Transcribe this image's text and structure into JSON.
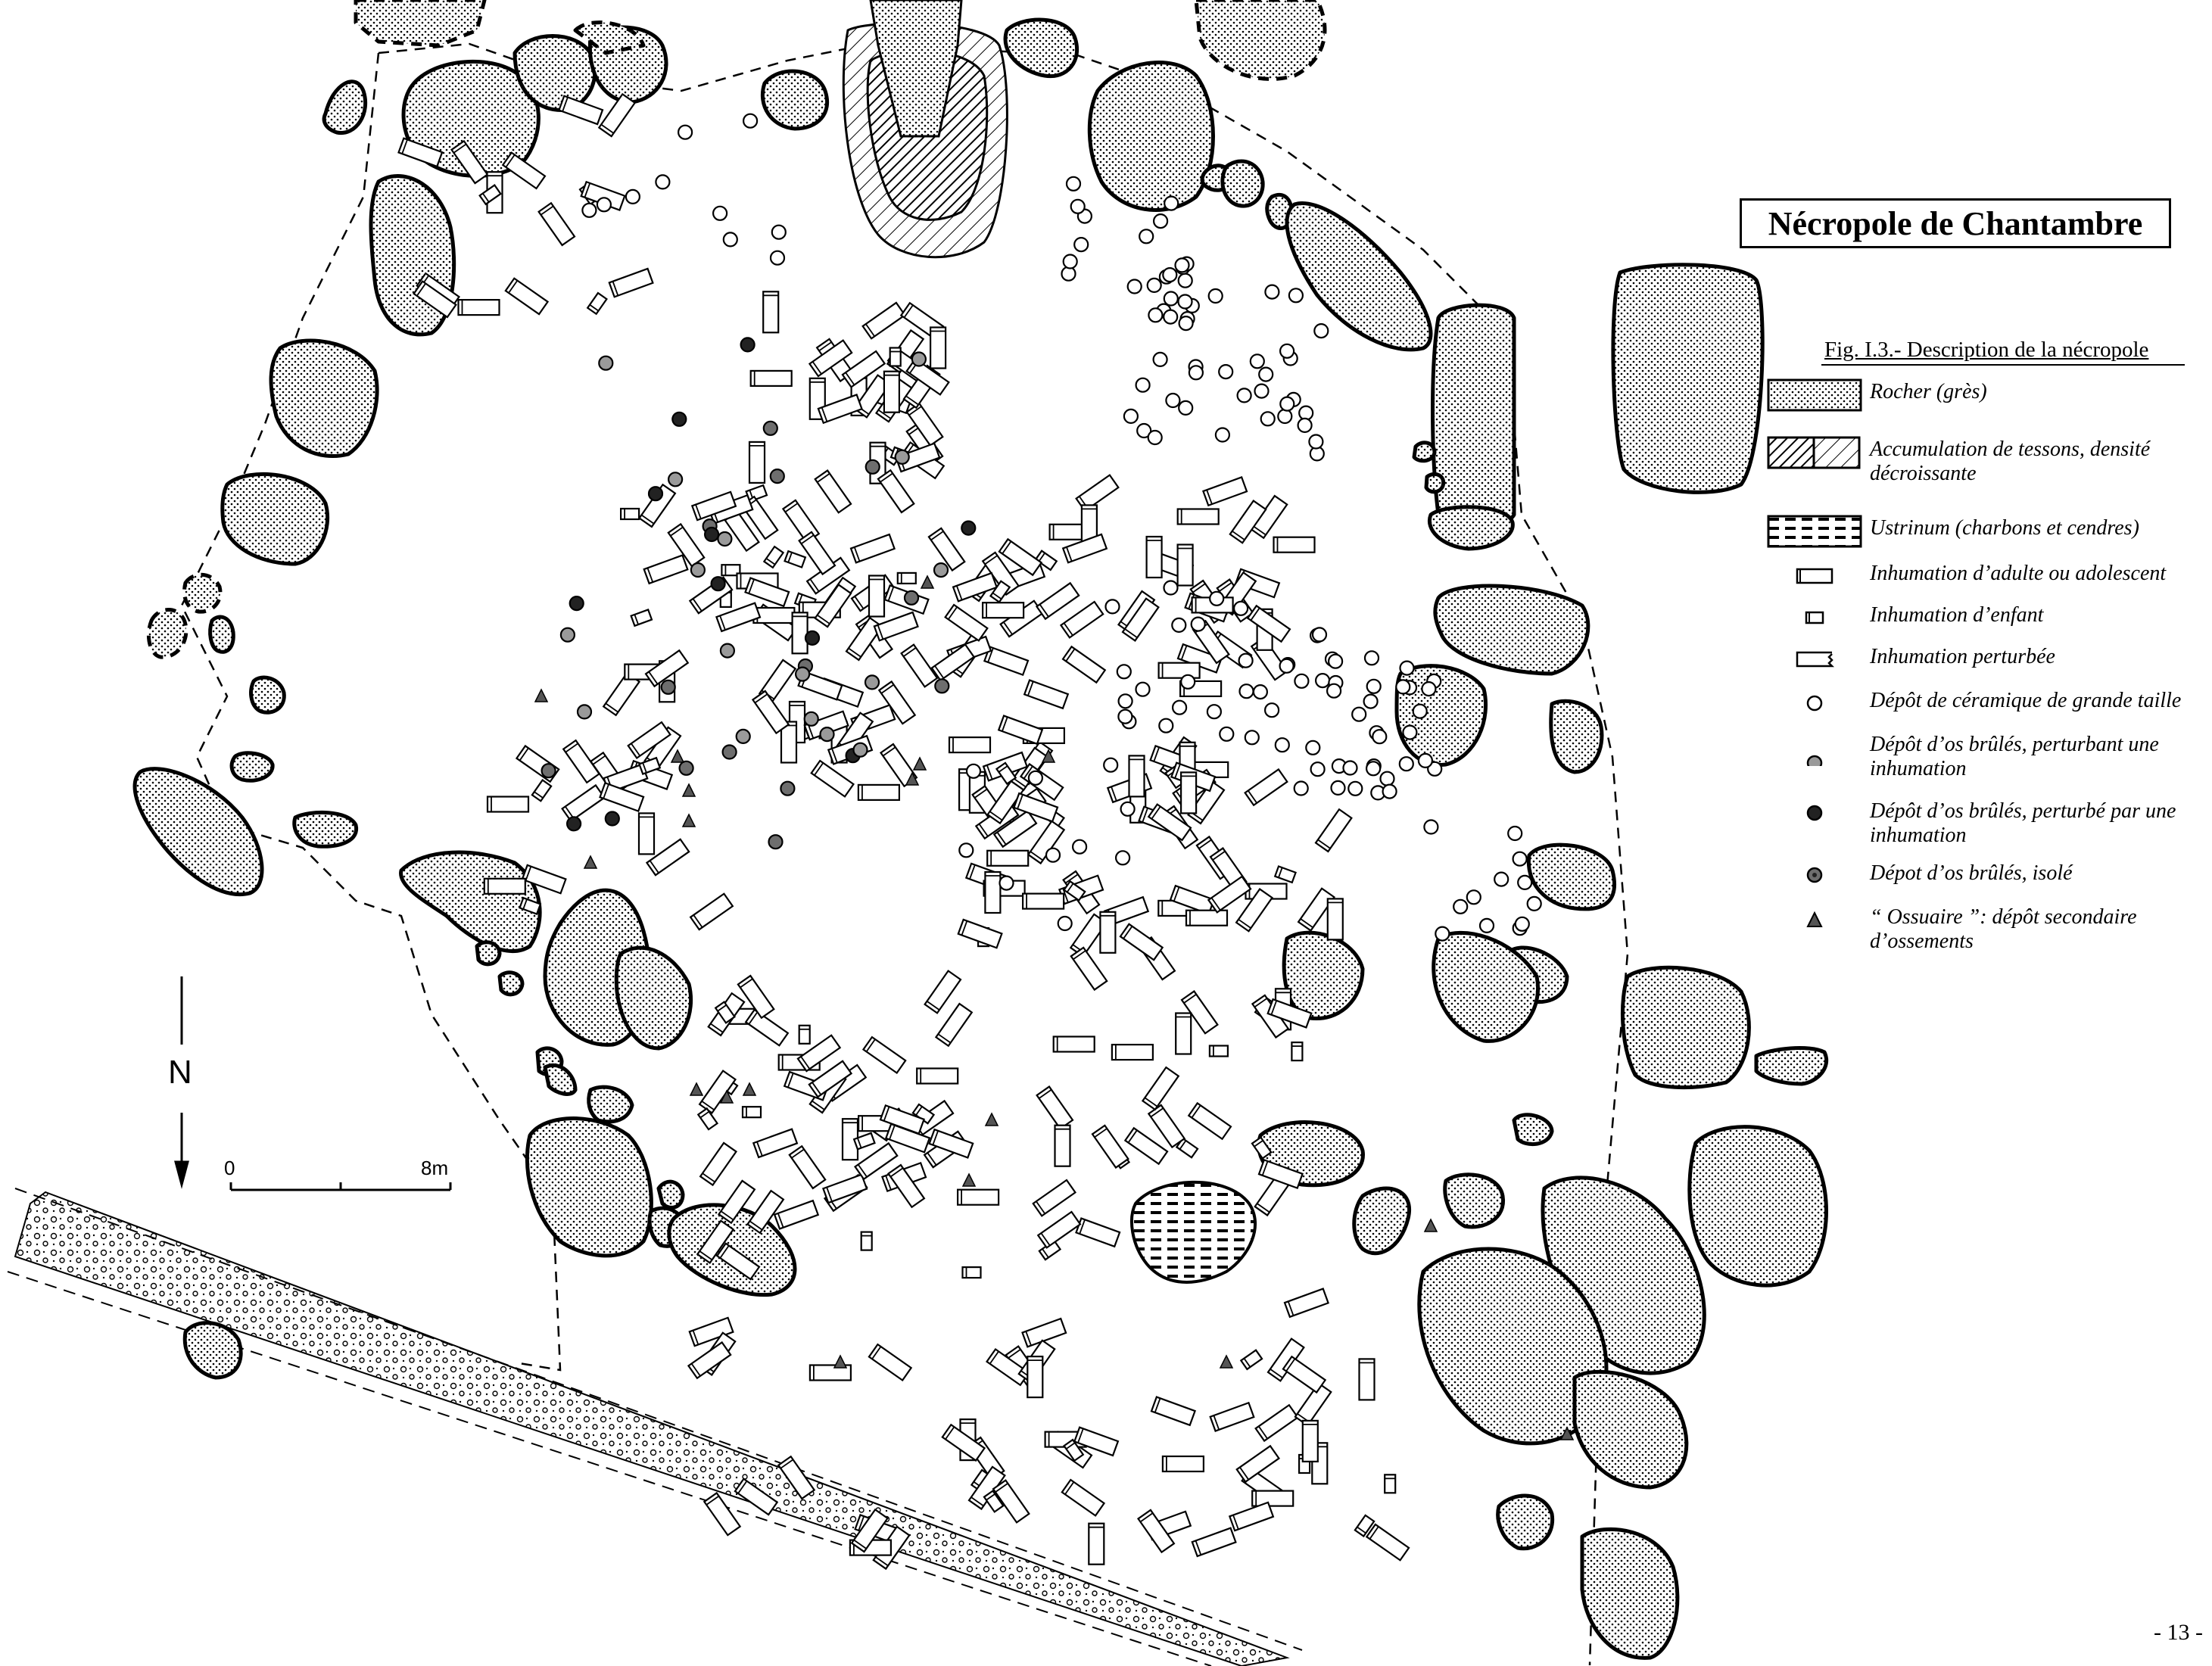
{
  "title": "Nécropole de Chantambre",
  "figure_caption": "Fig. I.3.- Description  de la nécropole",
  "page_number": "- 13 -",
  "north_label": "N",
  "scale": {
    "start": "0",
    "end": "8m"
  },
  "legend": [
    {
      "key": "rock",
      "label": "Rocher (grès)"
    },
    {
      "key": "sherds",
      "label": "Accumulation de tessons, densité décroissante"
    },
    {
      "key": "ustrinum",
      "label": "Ustrinum (charbons et cendres)"
    },
    {
      "key": "adult",
      "label": "Inhumation d’adulte ou adolescent"
    },
    {
      "key": "child",
      "label": "Inhumation d’enfant"
    },
    {
      "key": "disturbed",
      "label": "Inhumation perturbée"
    },
    {
      "key": "ceramic",
      "label": "Dépôt de céramique de grande taille"
    },
    {
      "key": "bones-disturbing",
      "label": "Dépôt d’os brûlés, perturbant une inhumation"
    },
    {
      "key": "bones-disturbed",
      "label": "Dépôt d’os brûlés, perturbé par une inhumation"
    },
    {
      "key": "bones-isolated",
      "label": "Dépot d’os brûlés, isolé"
    },
    {
      "key": "ossuary",
      "label": "“ Ossuaire ”: dépôt secondaire d’ossements"
    }
  ],
  "colors": {
    "ink": "#000000",
    "paper": "#ffffff",
    "grey_fill": "#9a9a9a",
    "dark_fill": "#222222",
    "isolated_fill": "#6e6e6e"
  }
}
